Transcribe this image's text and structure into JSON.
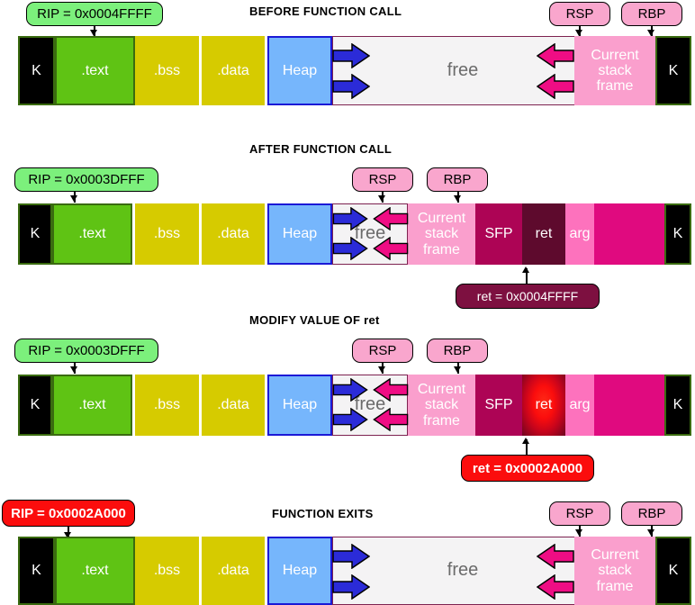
{
  "diagram": {
    "title_font_color": "#000000",
    "colors": {
      "kernel": "#000000",
      "text_seg": "#5fc314",
      "bss_data": "#d6cb00",
      "heap": "#76b6fc",
      "free": "#f4f3f4",
      "stack_frame": "#fa9fcd",
      "sfp": "#ad0455",
      "ret": "#5e0a2d",
      "ret_highlight": "#fb0d0d",
      "arg": "#fd72bd",
      "stack_rest": "#e00a7f",
      "grow_up_arrow": "#2b2bd8",
      "grow_down_arrow": "#ef0d84",
      "callout_green": "#7cf07c",
      "callout_pink": "#f9a6cd",
      "callout_red": "#fb0d0d",
      "callout_maroon": "#7d1040"
    }
  },
  "sections": [
    {
      "title": "BEFORE FUNCTION CALL",
      "rip_label": "RIP = 0x0004FFFF",
      "rip_style": "green",
      "rsp_label": "RSP",
      "rbp_label": "RBP",
      "segments": {
        "kernel_left": "K",
        "text": ".text",
        "bss": ".bss",
        "data": ".data",
        "heap": "Heap",
        "free": "free",
        "current_stack_frame": "Current stack frame",
        "kernel_right": "K"
      }
    },
    {
      "title": "AFTER FUNCTION CALL",
      "rip_label": "RIP = 0x0003DFFF",
      "rip_style": "green",
      "rsp_label": "RSP",
      "rbp_label": "RBP",
      "ret_callout": "ret = 0x0004FFFF",
      "ret_callout_style": "maroon",
      "segments": {
        "kernel_left": "K",
        "text": ".text",
        "bss": ".bss",
        "data": ".data",
        "heap": "Heap",
        "free": "free",
        "current_stack_frame": "Current stack frame",
        "sfp": "SFP",
        "ret": "ret",
        "arg": "arg",
        "kernel_right": "K"
      }
    },
    {
      "title": "MODIFY VALUE OF ret",
      "rip_label": "RIP = 0x0003DFFF",
      "rip_style": "green",
      "rsp_label": "RSP",
      "rbp_label": "RBP",
      "ret_callout": "ret = 0x0002A000",
      "ret_callout_style": "red",
      "segments": {
        "kernel_left": "K",
        "text": ".text",
        "bss": ".bss",
        "data": ".data",
        "heap": "Heap",
        "free": "free",
        "current_stack_frame": "Current stack frame",
        "sfp": "SFP",
        "ret": "ret",
        "arg": "arg",
        "kernel_right": "K"
      }
    },
    {
      "title": "FUNCTION EXITS",
      "rip_label": "RIP = 0x0002A000",
      "rip_style": "red",
      "rsp_label": "RSP",
      "rbp_label": "RBP",
      "segments": {
        "kernel_left": "K",
        "text": ".text",
        "bss": ".bss",
        "data": ".data",
        "heap": "Heap",
        "free": "free",
        "current_stack_frame": "Current stack frame",
        "kernel_right": "K"
      }
    }
  ],
  "frame_lines": {
    "line1": "Current",
    "line2": "stack",
    "line3": "frame"
  }
}
